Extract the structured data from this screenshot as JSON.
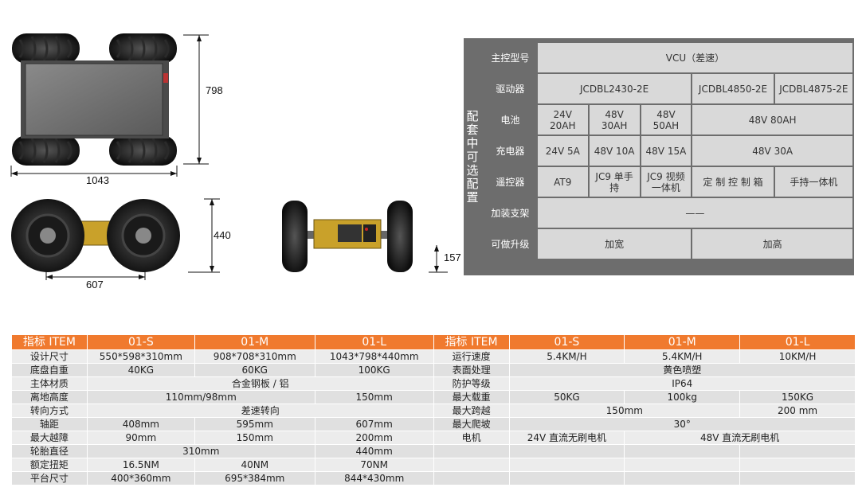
{
  "dimensions": {
    "top_width": "1043",
    "top_height": "798",
    "side_wheelbase": "607",
    "side_height": "440",
    "front_clearance": "157"
  },
  "config": {
    "side_label": [
      "配",
      "套",
      "中",
      "可",
      "选",
      "配",
      "置"
    ],
    "rows": [
      {
        "head": "主控型号",
        "cells": [
          {
            "text": "VCU（差速）",
            "span": 5
          }
        ]
      },
      {
        "head": "驱动器",
        "cells": [
          {
            "text": "JCDBL2430-2E",
            "span": 3
          },
          {
            "text": "JCDBL4850-2E",
            "span": 1
          },
          {
            "text": "JCDBL4875-2E",
            "span": 1
          }
        ]
      },
      {
        "head": "电池",
        "cells": [
          {
            "text": "24V\n20AH",
            "span": 1
          },
          {
            "text": "48V\n30AH",
            "span": 1
          },
          {
            "text": "48V\n50AH",
            "span": 1
          },
          {
            "text": "48V 80AH",
            "span": 2
          }
        ]
      },
      {
        "head": "充电器",
        "cells": [
          {
            "text": "24V 5A",
            "span": 1
          },
          {
            "text": "48V 10A",
            "span": 1
          },
          {
            "text": "48V 15A",
            "span": 1
          },
          {
            "text": "48V 30A",
            "span": 2
          }
        ]
      },
      {
        "head": "遥控器",
        "cells": [
          {
            "text": "AT9",
            "span": 1
          },
          {
            "text": "JC9 单手持",
            "span": 1
          },
          {
            "text": "JC9 视频一体机",
            "span": 1
          },
          {
            "text": "定 制 控 制 箱",
            "span": 1
          },
          {
            "text": "手持一体机",
            "span": 1
          }
        ]
      },
      {
        "head": "加装支架",
        "cells": [
          {
            "text": "——",
            "span": 5
          }
        ]
      },
      {
        "head": "可做升级",
        "cells": [
          {
            "text": "加宽",
            "span": 3
          },
          {
            "text": "加高",
            "span": 2
          }
        ]
      }
    ]
  },
  "spec": {
    "headers": [
      "指标 ITEM",
      "01-S",
      "01-M",
      "01-L",
      "指标 ITEM",
      "01-S",
      "01-M",
      "01-L"
    ],
    "rows": [
      {
        "left": [
          {
            "t": "设计尺寸",
            "s": 1
          },
          {
            "t": "550*598*310mm",
            "s": 1
          },
          {
            "t": "908*708*310mm",
            "s": 1
          },
          {
            "t": "1043*798*440mm",
            "s": 1
          }
        ],
        "right": [
          {
            "t": "运行速度",
            "s": 1
          },
          {
            "t": "5.4KM/H",
            "s": 1
          },
          {
            "t": "5.4KM/H",
            "s": 1
          },
          {
            "t": "10KM/H",
            "s": 1
          }
        ]
      },
      {
        "left": [
          {
            "t": "底盘自重",
            "s": 1
          },
          {
            "t": "40KG",
            "s": 1
          },
          {
            "t": "60KG",
            "s": 1
          },
          {
            "t": "100KG",
            "s": 1
          }
        ],
        "right": [
          {
            "t": "表面处理",
            "s": 1
          },
          {
            "t": "黄色喷塑",
            "s": 3
          }
        ]
      },
      {
        "left": [
          {
            "t": "主体材质",
            "s": 1
          },
          {
            "t": "合金钢板 / 铝",
            "s": 3
          }
        ],
        "right": [
          {
            "t": "防护等级",
            "s": 1
          },
          {
            "t": "IP64",
            "s": 3
          }
        ]
      },
      {
        "left": [
          {
            "t": "离地高度",
            "s": 1
          },
          {
            "t": "110mm/98mm",
            "s": 2
          },
          {
            "t": "150mm",
            "s": 1
          }
        ],
        "right": [
          {
            "t": "最大载重",
            "s": 1
          },
          {
            "t": "50KG",
            "s": 1
          },
          {
            "t": "100kg",
            "s": 1
          },
          {
            "t": "150KG",
            "s": 1
          }
        ]
      },
      {
        "left": [
          {
            "t": "转向方式",
            "s": 1
          },
          {
            "t": "差速转向",
            "s": 3
          }
        ],
        "right": [
          {
            "t": "最大跨越",
            "s": 1
          },
          {
            "t": "150mm",
            "s": 2
          },
          {
            "t": "200 mm",
            "s": 1
          }
        ]
      },
      {
        "left": [
          {
            "t": "轴距",
            "s": 1
          },
          {
            "t": "408mm",
            "s": 1
          },
          {
            "t": "595mm",
            "s": 1
          },
          {
            "t": "607mm",
            "s": 1
          }
        ],
        "right": [
          {
            "t": "最大爬坡",
            "s": 1
          },
          {
            "t": "30°",
            "s": 3
          }
        ]
      },
      {
        "left": [
          {
            "t": "最大越障",
            "s": 1
          },
          {
            "t": "90mm",
            "s": 1
          },
          {
            "t": "150mm",
            "s": 1
          },
          {
            "t": "200mm",
            "s": 1
          }
        ],
        "right": [
          {
            "t": "电机",
            "s": 1
          },
          {
            "t": "24V 直流无刷电机",
            "s": 1
          },
          {
            "t": "48V 直流无刷电机",
            "s": 2
          }
        ]
      },
      {
        "left": [
          {
            "t": "轮胎直径",
            "s": 1
          },
          {
            "t": "310mm",
            "s": 2
          },
          {
            "t": "440mm",
            "s": 1
          }
        ],
        "right": [
          {
            "t": "",
            "s": 1
          },
          {
            "t": "",
            "s": 1
          },
          {
            "t": "",
            "s": 1
          },
          {
            "t": "",
            "s": 1
          }
        ]
      },
      {
        "left": [
          {
            "t": "额定扭矩",
            "s": 1
          },
          {
            "t": "16.5NM",
            "s": 1
          },
          {
            "t": "40NM",
            "s": 1
          },
          {
            "t": "70NM",
            "s": 1
          }
        ],
        "right": [
          {
            "t": "",
            "s": 1
          },
          {
            "t": "",
            "s": 1
          },
          {
            "t": "",
            "s": 1
          },
          {
            "t": "",
            "s": 1
          }
        ]
      },
      {
        "left": [
          {
            "t": "平台尺寸",
            "s": 1
          },
          {
            "t": "400*360mm",
            "s": 1
          },
          {
            "t": "695*384mm",
            "s": 1
          },
          {
            "t": "844*430mm",
            "s": 1
          }
        ],
        "right": [
          {
            "t": "",
            "s": 1
          },
          {
            "t": "",
            "s": 1
          },
          {
            "t": "",
            "s": 1
          },
          {
            "t": "",
            "s": 1
          }
        ]
      }
    ]
  }
}
